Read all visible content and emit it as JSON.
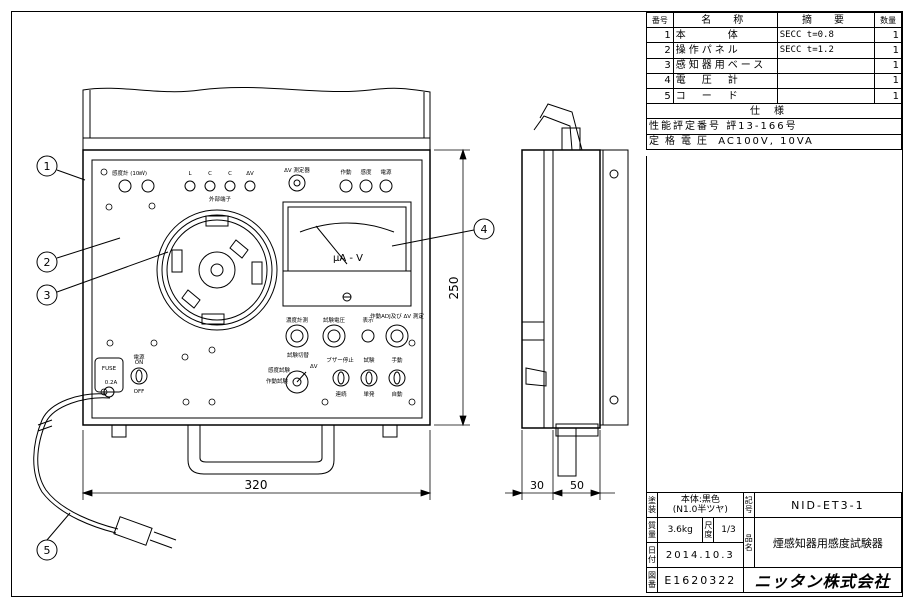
{
  "parts_table": {
    "headers": {
      "no": "番号",
      "name": "名　称",
      "summary": "摘　要",
      "qty": "数量"
    },
    "rows": [
      {
        "no": "1",
        "name": "本　　　体",
        "summary": "SECC t=0.8",
        "qty": "1"
      },
      {
        "no": "2",
        "name": "操作パネル",
        "summary": "SECC t=1.2",
        "qty": "1"
      },
      {
        "no": "3",
        "name": "感知器用ベース",
        "summary": "",
        "qty": "1"
      },
      {
        "no": "4",
        "name": "電　圧　計",
        "summary": "",
        "qty": "1"
      },
      {
        "no": "5",
        "name": "コ　ー　ド",
        "summary": "",
        "qty": "1"
      }
    ],
    "spec_header": "仕様",
    "spec_rows": [
      {
        "label": "性能評定番号",
        "value": "評13-166号"
      },
      {
        "label": "定格電圧",
        "value": "AC100V, 10VA"
      }
    ]
  },
  "title_block": {
    "paint_label": "塗装",
    "paint_value_1": "本体:黒色",
    "paint_value_2": "(N1.0半ツヤ)",
    "symbol_label": "記号",
    "model": "NID-ET3-1",
    "mass_label": "質量",
    "mass": "3.6kg",
    "scale_label": "尺度",
    "scale": "1/3",
    "product_label": "品名",
    "product_name": "煙感知器用感度試験器",
    "date_label": "日付",
    "date": "2014.10.3",
    "drawing_no_label": "図番",
    "drawing_no": "E1620322",
    "company": "ニッタン株式会社"
  },
  "dimensions": {
    "width": "320",
    "height": "250",
    "depth_a": "30",
    "depth_b": "50"
  },
  "balloons": [
    "1",
    "2",
    "3",
    "4",
    "5"
  ],
  "panel": {
    "sensitivity_label": "感度計 (10㎷)",
    "terminal_labels": [
      "L",
      "C",
      "C",
      "ΔV"
    ],
    "terminal_caption": "外部端子",
    "connector_label": "ΔV 測定器",
    "indicator_labels": [
      "作動",
      "感度",
      "電源"
    ],
    "meter_unit": "μA - V",
    "knob_labels": [
      "濃度計測",
      "試験電圧",
      "表示",
      "作動ADJ及び ΔV 測定"
    ],
    "selector_label": "試験切替",
    "selector_options": [
      "感度試験",
      "作動試験",
      "ΔV"
    ],
    "switch_labels": [
      "ブザー停止",
      "試験",
      "手動"
    ],
    "switch_sublabels": [
      "連続",
      "単発",
      "自動"
    ],
    "power_label": "電源",
    "power_on": "ON",
    "power_off": "OFF",
    "fuse_label": "FUSE",
    "fuse_rating": "0.2A"
  },
  "colors": {
    "line": "#000000",
    "paper": "#ffffff"
  }
}
